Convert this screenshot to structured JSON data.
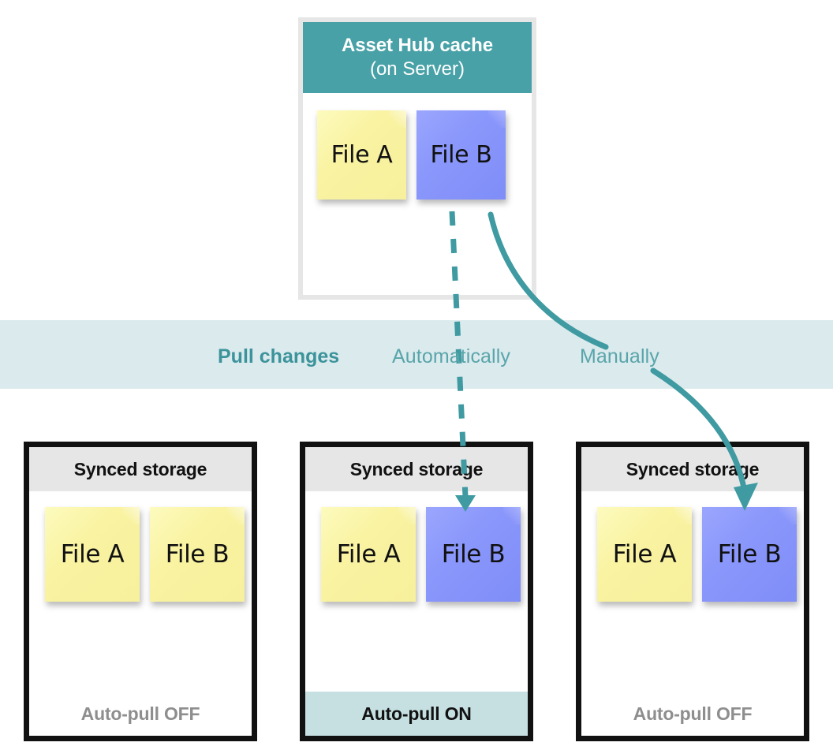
{
  "diagram": {
    "title": "Asset Hub cache sync diagram",
    "colors": {
      "teal_header": "#48a1a7",
      "band": "#dbeaec",
      "band_label_bold": "#3b939b",
      "band_label_regular": "#58a5ab",
      "arrow": "#3f9aa2",
      "note_yellow": "#f9f3a2",
      "note_blue": "#8a97fb",
      "store_border": "#111111",
      "store_header": "#e6e6e6",
      "footer_on": "#c6e0e2",
      "footer_off_text": "#8e8e8e",
      "cache_border": "#e6e6e6"
    }
  },
  "cache": {
    "title": "Asset Hub cache",
    "subtitle": "(on Server)",
    "notes": [
      {
        "label": "File A",
        "color": "yellow"
      },
      {
        "label": "File B",
        "color": "blue"
      }
    ]
  },
  "band": {
    "title": "Pull changes",
    "automatic_label": "Automatically",
    "manual_label": "Manually"
  },
  "arrows": [
    {
      "name": "automatic-pull-arrow",
      "style": "dashed",
      "from": "cache-file-b",
      "to": "middle-storage-file-b",
      "label": "Automatically"
    },
    {
      "name": "manual-pull-arrow",
      "style": "solid-curved",
      "from": "cache-file-b",
      "to": "right-storage-file-b",
      "label": "Manually"
    }
  ],
  "stores": [
    {
      "id": "left",
      "title": "Synced storage",
      "notes": [
        {
          "label": "File A",
          "color": "yellow"
        },
        {
          "label": "File B",
          "color": "yellow"
        }
      ],
      "footer": "Auto-pull OFF",
      "footer_state": "off"
    },
    {
      "id": "middle",
      "title": "Synced storage",
      "notes": [
        {
          "label": "File A",
          "color": "yellow"
        },
        {
          "label": "File B",
          "color": "blue"
        }
      ],
      "footer": "Auto-pull ON",
      "footer_state": "on"
    },
    {
      "id": "right",
      "title": "Synced storage",
      "notes": [
        {
          "label": "File A",
          "color": "yellow"
        },
        {
          "label": "File B",
          "color": "blue"
        }
      ],
      "footer": "Auto-pull OFF",
      "footer_state": "off"
    }
  ]
}
